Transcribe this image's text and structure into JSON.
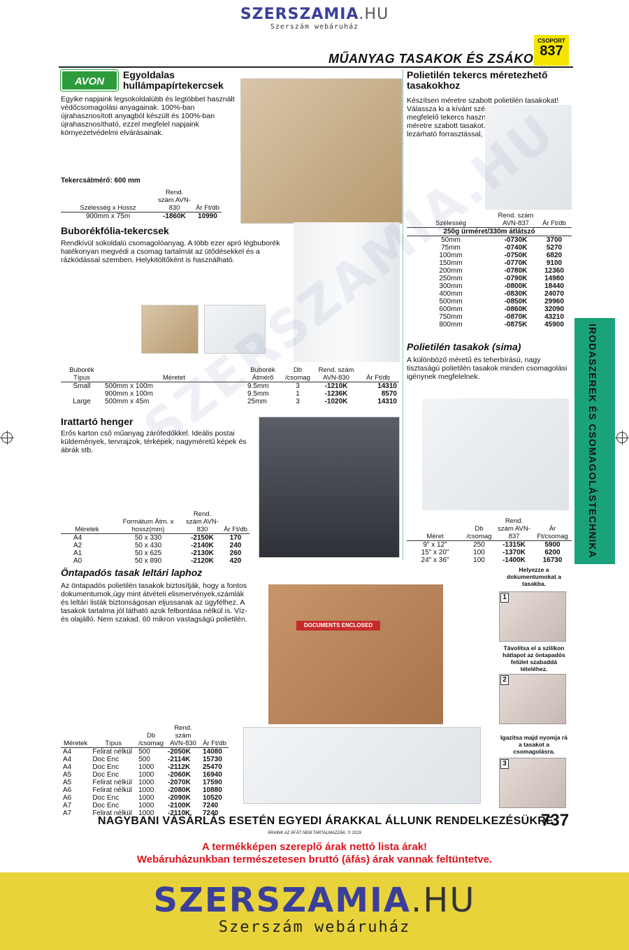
{
  "header": {
    "brand": "SZERSZAMIA",
    "brand_tld": ".HU",
    "tagline": "Szerszám webáruház",
    "page_title": "MŰANYAG TASAKOK ÉS ZSÁKOK",
    "group_label": "CSOPORT",
    "group_number": "837"
  },
  "side_band": "IRODASZEREK ÉS CSOMAGOLÁSTECHNIKA",
  "watermark": "SZERSZAMIA.HU",
  "corrugated": {
    "logo": "AVON",
    "title": "Egyoldalas hullámpapírtekercsek",
    "desc": "Egyike napjaink legsokoldalúbb és legtöbbet használt védőcsomagolási anyagainak. 100%-ban újrahasznosított anyagból készült és 100%-ban újrahasznosítható, ezzel megfelel napjaink környezetvédelmi elvárásainak.",
    "subtitle": "Tekercsátmérő: 600 mm",
    "headers": [
      "Szélesség x Hossz",
      "Rend. szám AVN-830",
      "Ár Ft/db"
    ],
    "rows": [
      [
        "900mm x 75m",
        "-1860K",
        "10990"
      ]
    ]
  },
  "bubble": {
    "title": "Buborékfólia-tekercsek",
    "desc": "Rendkívül sokoldalú csomagolóanyag. A több ezer apró légbuborék hatékonyan megvédi a csomag tartalmát az ütődésekkel és a rázkódással szemben. Helykitöltőként is használható.",
    "headers": [
      "Buborék Típus",
      "Méretet",
      "Buborék Átmérő",
      "Db /csomag",
      "Rend. szám AVN-830",
      "Ár Ft/db"
    ],
    "rows": [
      [
        "Small",
        "500mm x 100m",
        "9.5mm",
        "3",
        "-1210K",
        "14310"
      ],
      [
        "",
        "900mm x 100m",
        "9.5mm",
        "1",
        "-1236K",
        "8570"
      ],
      [
        "Large",
        "500mm x 45m",
        "25mm",
        "3",
        "-1020K",
        "14310"
      ]
    ]
  },
  "tube": {
    "title": "Irattartó henger",
    "desc": "Erős karton cső műanyag zárófedőkkel. Ideális postai küldemények, tervrajzok, térképek, nagyméretű képek és ábrák stb.",
    "headers": [
      "Méretek",
      "Formátum Átm. x hossz(mm)",
      "Rend. szám AVN-830",
      "Ár Ft/db"
    ],
    "rows": [
      [
        "A4",
        "50 x 330",
        "-2150K",
        "170"
      ],
      [
        "A2",
        "50 x 430",
        "-2140K",
        "240"
      ],
      [
        "A1",
        "50 x 625",
        "-2130K",
        "260"
      ],
      [
        "A0",
        "50 x 890",
        "-2120K",
        "420"
      ]
    ]
  },
  "adhesive": {
    "title": "Öntapadós tasak leltári laphoz",
    "desc": "Az öntapadós polietilén tasakok biztosítják, hogy a fontos dokumentumok,úgy mint átvételi elismervények,számlák és leltári listák biztonságosan eljussanak az ügyfélhez. A tasakok tartalma jól látható azok felbontása nélkül is. Víz- és olajálló. Nem szakad. 60 mikron vastagságú polietilén.",
    "label": "DOCUMENTS ENCLOSED",
    "headers": [
      "Méretek",
      "Típus",
      "Db /csomag",
      "Rend. szám AVN-830",
      "Ár Ft/db"
    ],
    "rows": [
      [
        "A4",
        "Felirat nélkül",
        "500",
        "-2050K",
        "14080"
      ],
      [
        "A4",
        "Doc Enc",
        "500",
        "-2114K",
        "15730"
      ],
      [
        "A4",
        "Doc Enc",
        "1000",
        "-2112K",
        "25470"
      ],
      [
        "A5",
        "Doc Enc",
        "1000",
        "-2060K",
        "16940"
      ],
      [
        "A5",
        "Felirat nélkül",
        "1000",
        "-2070K",
        "17590"
      ],
      [
        "A6",
        "Felirat nélkül",
        "1000",
        "-2080K",
        "10880"
      ],
      [
        "A6",
        "Doc Enc",
        "1000",
        "-2090K",
        "10520"
      ],
      [
        "A7",
        "Doc Enc",
        "1000",
        "-2100K",
        "7240"
      ],
      [
        "A7",
        "Felirat nélkül",
        "1000",
        "-2110K",
        "7240"
      ]
    ]
  },
  "roll": {
    "title": "Polietilén tekercs méretezhető tasakokhoz",
    "desc": "Készítsen méretre szabott polietilén tasakokat! Válassza ki a kívánt szélességet, majd a megfelelő tekercs használatával készítse el a méretre szabott tasakot. A levágott anyag vége lezárható forrasztással, kötözéssel vagy tűzéssel.",
    "headers": [
      "Szélesség",
      "Rend. szám AVN-837",
      "Ár Ft/db"
    ],
    "subheader": "250g ürméret/330m átlátszó",
    "rows": [
      [
        "50mm",
        "-0730K",
        "3700"
      ],
      [
        "75mm",
        "-0740K",
        "5270"
      ],
      [
        "100mm",
        "-0750K",
        "6820"
      ],
      [
        "150mm",
        "-0770K",
        "9100"
      ],
      [
        "200mm",
        "-0780K",
        "12360"
      ],
      [
        "250mm",
        "-0790K",
        "14980"
      ],
      [
        "300mm",
        "-0800K",
        "18440"
      ],
      [
        "400mm",
        "-0830K",
        "24070"
      ],
      [
        "500mm",
        "-0850K",
        "29960"
      ],
      [
        "600mm",
        "-0860K",
        "32090"
      ],
      [
        "750mm",
        "-0870K",
        "43210"
      ],
      [
        "800mm",
        "-0875K",
        "45900"
      ]
    ]
  },
  "bags": {
    "title": "Polietilén tasakok (sima)",
    "desc": "A különböző méretű és teherbírású, nagy tisztaságú polietilén tasakok minden csomagolási igénynek megfelelnek.",
    "headers": [
      "Méret",
      "Db /csomag",
      "Rend. szám AVN-837",
      "Ár Ft/csomag"
    ],
    "rows": [
      [
        "9\" x 12\"",
        "250",
        "-1315K",
        "5900"
      ],
      [
        "15\" x 20\"",
        "100",
        "-1370K",
        "6200"
      ],
      [
        "24\" x 36\"",
        "100",
        "-1400K",
        "16730"
      ]
    ]
  },
  "steps": [
    {
      "num": "1",
      "text": "Helyezze a dokumentumokat a tasakba."
    },
    {
      "num": "2",
      "text": "Távolítsa el a szilikon hátlapot az öntapadós felület szabaddá tételéhez."
    },
    {
      "num": "3",
      "text": "Igazítsa majd nyomja rá a tasakot a csomagolásra."
    }
  ],
  "footer": {
    "main": "NAGYBANI VÁSÁRLÁS ESETÉN EGYEDI ÁRAKKAL ÁLLUNK RENDELKEZÉSÜKRE",
    "page": "737",
    "small": "ÁRAINK AZ ÁFÁT NEM TARTALMAZZÁK. © 2019",
    "red1": "A termékképen szereplő árak nettó lista árak!",
    "red2": "Webáruházunkban természetesen bruttó (áfás) árak vannak feltüntetve."
  },
  "banner": {
    "brand": "SZERSZAMIA",
    "brand_tld": ".HU",
    "tagline": "Szerszám webáruház"
  },
  "colors": {
    "brand_blue": "#3b3f9a",
    "group_yellow": "#f4e500",
    "band_green": "#1aa27b",
    "avon_green": "#2d9b3c",
    "red_notice": "#e0141e",
    "banner_yellow": "#e9d33a"
  }
}
